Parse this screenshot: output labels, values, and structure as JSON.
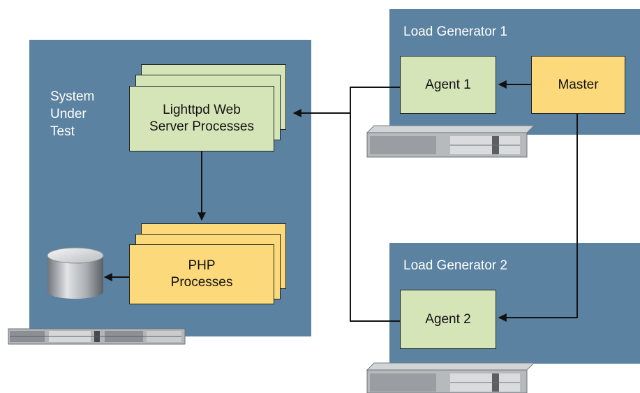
{
  "panels": {
    "sut_label": "System\nUnder\nTest",
    "lg1_label": "Load Generator 1",
    "lg2_label": "Load Generator 2"
  },
  "boxes": {
    "web": "Lighttpd Web\nServer Processes",
    "php": "PHP\nProcesses",
    "agent1": "Agent 1",
    "agent2": "Agent 2",
    "master": "Master"
  },
  "colors": {
    "panel": "#5b82a0",
    "green_box": "#d6e5b8",
    "yellow_box": "#fcd97a"
  }
}
